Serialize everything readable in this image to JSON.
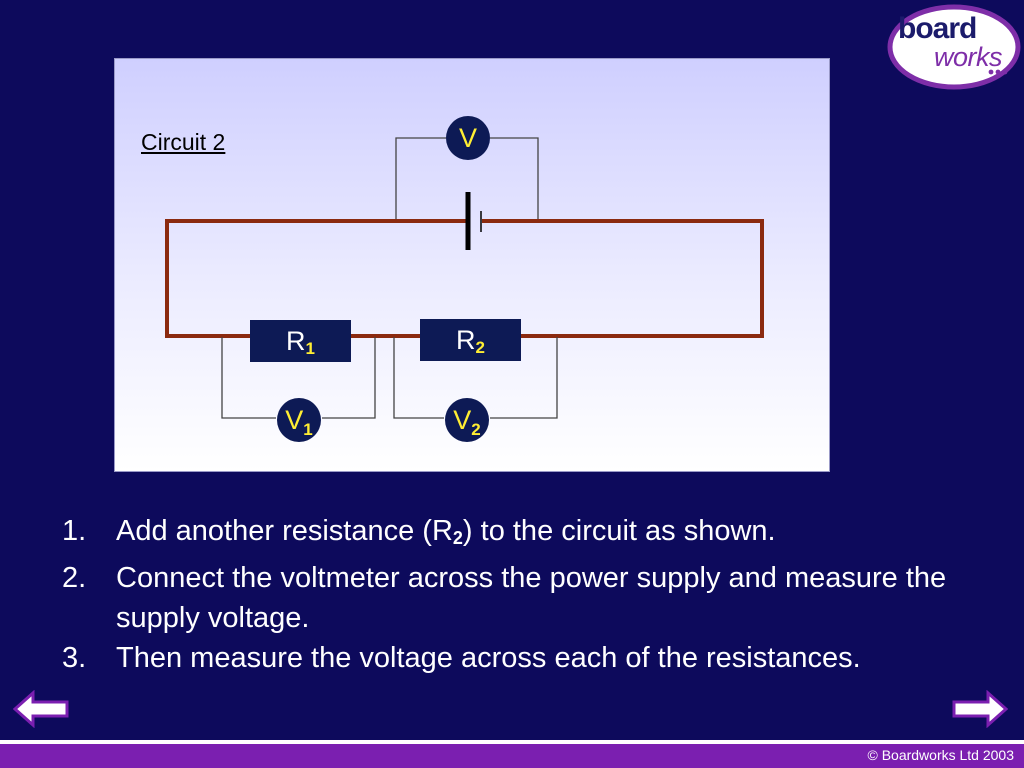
{
  "logo": {
    "line1": "board",
    "line2": "works"
  },
  "diagram": {
    "title": "Circuit 2",
    "supply_voltmeter": "V",
    "resistor1": {
      "label": "R",
      "sub": "1"
    },
    "resistor2": {
      "label": "R",
      "sub": "2"
    },
    "voltmeter1": {
      "label": "V",
      "sub": "1"
    },
    "voltmeter2": {
      "label": "V",
      "sub": "2"
    }
  },
  "instructions": [
    {
      "num": "1.",
      "before": "Add another resistance (R",
      "sub": "2",
      "after": ") to the circuit as shown."
    },
    {
      "num": "2.",
      "text": "Connect the voltmeter across the power supply and measure the supply voltage."
    },
    {
      "num": "3.",
      "text": "Then measure the voltage across each of the resistances."
    }
  ],
  "footer": {
    "copyright": "© Boardworks Ltd 2003"
  },
  "colors": {
    "background": "#0d0a5c",
    "wire": "#8b2a10",
    "component": "#0d1a55",
    "subscript": "#ffee33",
    "footer": "#7b1fb0",
    "logo_outline": "#7e2ea8"
  },
  "icons": {
    "prev": "back-arrow-icon",
    "next": "forward-arrow-icon"
  }
}
